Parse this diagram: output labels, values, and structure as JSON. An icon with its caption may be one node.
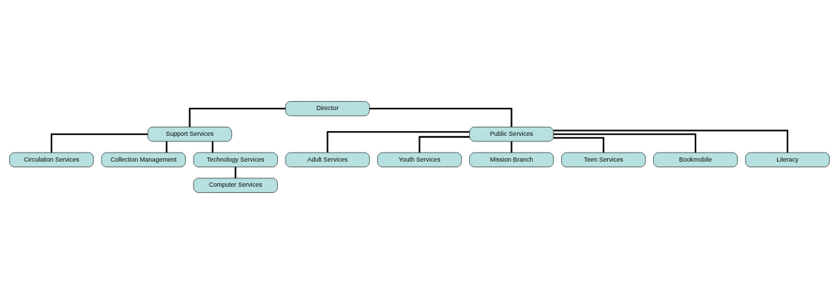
{
  "diagram": {
    "nodes": [
      {
        "text": [
          "Director"
        ]
      },
      {
        "text": [
          "Support Services"
        ]
      },
      {
        "text": [
          "Public Services"
        ]
      },
      {
        "text": [
          "Circulation Services"
        ]
      },
      {
        "text": [
          "Collection Management"
        ]
      },
      {
        "text": [
          "Technology Services"
        ]
      },
      {
        "text": [
          "Computer Services"
        ]
      },
      {
        "text": [
          "Adult Services"
        ]
      },
      {
        "text": [
          "Youth Services"
        ]
      },
      {
        "text": [
          "Mission Branch"
        ]
      },
      {
        "text": [
          "Teen Services"
        ]
      },
      {
        "text": [
          "Bookmobile"
        ]
      },
      {
        "text": [
          "Literacy"
        ]
      }
    ],
    "edges": [
      {
        "from": 0,
        "to": 1,
        "arrow": "none"
      },
      {
        "from": 0,
        "to": 2,
        "arrow": "none"
      },
      {
        "from": 1,
        "to": 3,
        "arrow": "none"
      },
      {
        "from": 1,
        "to": 4,
        "arrow": "none"
      },
      {
        "from": 1,
        "to": 5,
        "arrow": "none"
      },
      {
        "from": 5,
        "to": 6,
        "arrow": "none"
      },
      {
        "from": 2,
        "to": 7,
        "arrow": "none"
      },
      {
        "from": 2,
        "to": 8,
        "arrow": "none"
      },
      {
        "from": 2,
        "to": 9,
        "arrow": "none"
      },
      {
        "from": 2,
        "to": 10,
        "arrow": "none"
      },
      {
        "from": 2,
        "to": 11,
        "arrow": "none"
      },
      {
        "from": 2,
        "to": 12,
        "arrow": "none"
      }
    ]
  }
}
